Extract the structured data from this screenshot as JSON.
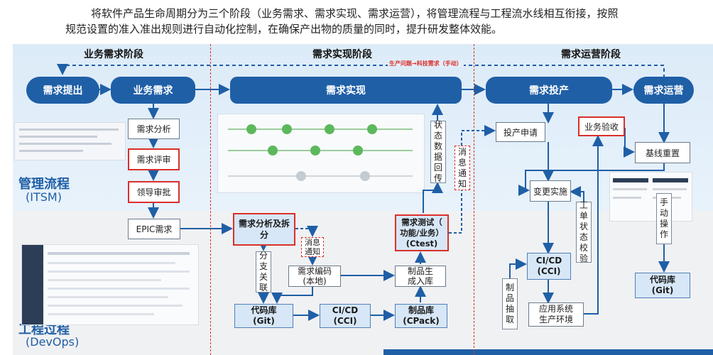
{
  "intro": {
    "line1": "将软件产品生命周期分为三个阶段（业务需求、需求实现、需求运营），将管理流程与工程流水线相互衔接，按照",
    "line2": "规范设置的准入准出规则进行自动化控制，在确保产出物的质量的同时，提升研发整体效能。"
  },
  "phases": {
    "business": "业务需求阶段",
    "implement": "需求实现阶段",
    "operate": "需求运营阶段"
  },
  "lanes": {
    "itsm_title": "管理流程",
    "itsm_sub": "(ITSM)",
    "devops_title": "工程过程",
    "devops_sub": "(DevOps)"
  },
  "feedback_label": "生产问题→科技需求（手动）",
  "main_flow": {
    "submit": "需求提出",
    "business": "业务需求",
    "implement": "需求实现",
    "deploy": "需求投产",
    "operate": "需求运营"
  },
  "itsm_steps": {
    "analysis": "需求分析",
    "review": "需求评审",
    "approval": "领导审批",
    "epic": "EPIC需求"
  },
  "devops_steps": {
    "split": [
      "需求分析及拆",
      "分"
    ],
    "branch": "分支关联",
    "msg_a": [
      "消息",
      "通知"
    ],
    "coding": [
      "需求编码",
      "(本地)"
    ],
    "repo": [
      "代码库",
      "(Git)"
    ],
    "cicd": [
      "CI/CD",
      "(CCI)"
    ],
    "artifact_lib": [
      "制品库",
      "(CPack)"
    ],
    "artifact_in": [
      "制品生",
      "成入库"
    ],
    "test": [
      "需求测试（",
      "功能/业务）",
      "(Ctest)"
    ],
    "status_back": "状态数据回传",
    "msg_b": "消息通知"
  },
  "ops_steps": {
    "deploy_req": "投产申请",
    "biz_accept": "业务验收",
    "baseline": "基线重置",
    "change": "变更实施",
    "manual": "手动操作",
    "ticket_check": "工单状态校验",
    "cicd": [
      "CI/CD",
      "(CCI)"
    ],
    "artifact_fetch": "制品抽取",
    "prod_env": [
      "应用系统",
      "生产环境"
    ],
    "repo": [
      "代码库",
      "(Git)"
    ]
  },
  "colors": {
    "primary": "#1f5fa6",
    "highlight": "#d9302c",
    "itsm_bg": "#dcebf8",
    "devops_bg": "#f0f1f3",
    "lane_title": "#1f5fa6"
  }
}
